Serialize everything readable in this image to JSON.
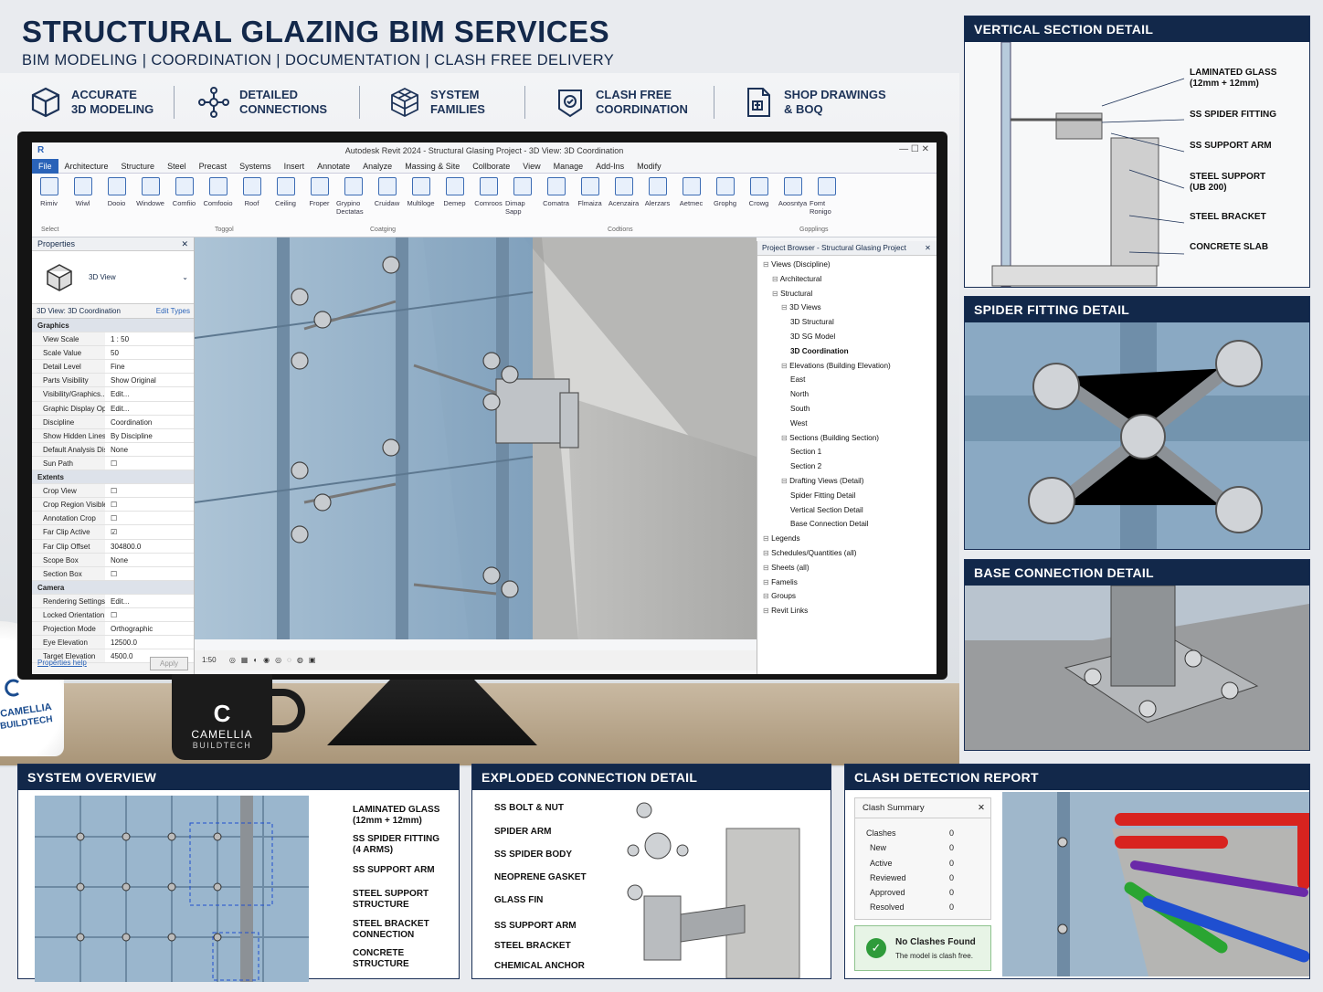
{
  "header": {
    "title": "STRUCTURAL GLAZING BIM SERVICES",
    "subtitle": "BIM MODELING | COORDINATION | DOCUMENTATION | CLASH FREE DELIVERY"
  },
  "features": [
    {
      "label": "ACCURATE\n3D MODELING",
      "icon": "cube-icon"
    },
    {
      "label": "DETAILED\nCONNECTIONS",
      "icon": "nodes-icon"
    },
    {
      "label": "SYSTEM\nFAMILIES",
      "icon": "wireframe-cube-icon"
    },
    {
      "label": "CLASH FREE\nCOORDINATION",
      "icon": "check-shield-icon"
    },
    {
      "label": "SHOP DRAWINGS\n& BOQ",
      "icon": "document-icon"
    }
  ],
  "revit": {
    "window_title": "Autodesk Revit 2024 - Structural Glasing Project - 3D View: 3D Coordination",
    "tabs": [
      "File",
      "Architecture",
      "Structure",
      "Steel",
      "Precast",
      "Systems",
      "Insert",
      "Annotate",
      "Analyze",
      "Massing & Site",
      "Collborate",
      "View",
      "Manage",
      "Add-Ins",
      "Modify"
    ],
    "ribbon": [
      "Rimiv",
      "Wiwl",
      "Dooio",
      "Windowe",
      "Comfiio",
      "Comfooio",
      "Roof",
      "Ceiling",
      "Froper",
      "Grypino Dectatas",
      "Cruidaw",
      "Multiloge",
      "Demep",
      "Comroos",
      "Dimap Sapp",
      "Comatra",
      "Flmaiza",
      "Acenzaira",
      "Alerzars",
      "Aetmec",
      "Grophg",
      "Crowg",
      "Aoosntya",
      "Fomt Ronigo"
    ],
    "ribbon_groups": [
      "Select",
      "Toggol",
      "Coatging",
      "Codtions",
      "Gopplings"
    ],
    "properties": {
      "title": "Properties",
      "type": "3D View",
      "selector": "3D View: 3D Coordination",
      "edit_type": "Edit Types",
      "rows": [
        {
          "k": "Graphics",
          "v": "",
          "sec": true
        },
        {
          "k": "View Scale",
          "v": "1 : 50"
        },
        {
          "k": "Scale Value",
          "v": "50"
        },
        {
          "k": "Detail Level",
          "v": "Fine"
        },
        {
          "k": "Parts Visibility",
          "v": "Show Original"
        },
        {
          "k": "Visibility/Graphics...",
          "v": "Edit..."
        },
        {
          "k": "Graphic Display Opt...",
          "v": "Edit..."
        },
        {
          "k": "Discipline",
          "v": "Coordination"
        },
        {
          "k": "Show Hidden Lines",
          "v": "By Discipline"
        },
        {
          "k": "Default Analysis Dis...",
          "v": "None"
        },
        {
          "k": "Sun Path",
          "v": "☐"
        },
        {
          "k": "Extents",
          "v": "",
          "sec": true
        },
        {
          "k": "Crop View",
          "v": "☐"
        },
        {
          "k": "Crop Region Visible",
          "v": "☐"
        },
        {
          "k": "Annotation Crop",
          "v": "☐"
        },
        {
          "k": "Far Clip Active",
          "v": "☑"
        },
        {
          "k": "Far Clip Offset",
          "v": "304800.0"
        },
        {
          "k": "Scope Box",
          "v": "None"
        },
        {
          "k": "Section Box",
          "v": "☐"
        },
        {
          "k": "Camera",
          "v": "",
          "sec": true
        },
        {
          "k": "Rendering Settings",
          "v": "Edit..."
        },
        {
          "k": "Locked Orientation",
          "v": "☐"
        },
        {
          "k": "Projection Mode",
          "v": "Orthographic"
        },
        {
          "k": "Eye Elevation",
          "v": "12500.0"
        },
        {
          "k": "Target Elevation",
          "v": "4500.0"
        }
      ],
      "help": "Properties help",
      "apply": "Apply"
    },
    "browser": {
      "title": "Project Browser - Structural Glasing Project",
      "items": [
        {
          "t": "Views (Discipline)",
          "d": 0
        },
        {
          "t": "Architectural",
          "d": 1
        },
        {
          "t": "Structural",
          "d": 1
        },
        {
          "t": "3D Views",
          "d": 2
        },
        {
          "t": "3D Structural",
          "d": 3
        },
        {
          "t": "3D SG Model",
          "d": 3
        },
        {
          "t": "3D Coordination",
          "d": 3,
          "bold": true
        },
        {
          "t": "Elevations (Building Elevation)",
          "d": 2
        },
        {
          "t": "East",
          "d": 3
        },
        {
          "t": "North",
          "d": 3
        },
        {
          "t": "South",
          "d": 3
        },
        {
          "t": "West",
          "d": 3
        },
        {
          "t": "Sections (Building Section)",
          "d": 2
        },
        {
          "t": "Section 1",
          "d": 3
        },
        {
          "t": "Section 2",
          "d": 3
        },
        {
          "t": "Drafting Views (Detail)",
          "d": 2
        },
        {
          "t": "Spider Fitting Detail",
          "d": 3
        },
        {
          "t": "Vertical Section Detail",
          "d": 3
        },
        {
          "t": "Base Connection Detail",
          "d": 3
        },
        {
          "t": "Legends",
          "d": 0
        },
        {
          "t": "Schedules/Quantities (all)",
          "d": 0
        },
        {
          "t": "Sheets (all)",
          "d": 0
        },
        {
          "t": "Famelis",
          "d": 0
        },
        {
          "t": "Groups",
          "d": 0
        },
        {
          "t": "Revit Links",
          "d": 0
        }
      ]
    },
    "status_scale": "1:50"
  },
  "mug": {
    "brand": "CAMELLIA",
    "sub": "BUILDTECH"
  },
  "hat": {
    "brand": "CAMELLIA",
    "sub": "BUILDTECH"
  },
  "panels": {
    "vertical": {
      "title": "VERTICAL SECTION DETAIL",
      "labels": [
        "LAMINATED GLASS\n(12mm + 12mm)",
        "SS SPIDER FITTING",
        "SS SUPPORT ARM",
        "STEEL SUPPORT\n(UB 200)",
        "STEEL BRACKET",
        "CONCRETE SLAB"
      ]
    },
    "spider": {
      "title": "SPIDER FITTING DETAIL"
    },
    "base": {
      "title": "BASE CONNECTION DETAIL"
    },
    "overview": {
      "title": "SYSTEM OVERVIEW",
      "labels": [
        "LAMINATED GLASS\n(12mm + 12mm)",
        "SS SPIDER FITTING\n(4 ARMS)",
        "SS SUPPORT ARM",
        "STEEL SUPPORT\nSTRUCTURE",
        "STEEL BRACKET\nCONNECTION",
        "CONCRETE STRUCTURE"
      ]
    },
    "exploded": {
      "title": "EXPLODED CONNECTION DETAIL",
      "labels": [
        "SS BOLT & NUT",
        "SPIDER ARM",
        "SS SPIDER BODY",
        "NEOPRENE GASKET",
        "GLASS FIN",
        "SS SUPPORT ARM",
        "STEEL BRACKET",
        "CHEMICAL ANCHOR"
      ]
    },
    "clash": {
      "title": "CLASH DETECTION REPORT",
      "summary_title": "Clash Summary",
      "rows": [
        {
          "k": "Clashes",
          "v": "0"
        },
        {
          "k": "New",
          "v": "0"
        },
        {
          "k": "Active",
          "v": "0"
        },
        {
          "k": "Reviewed",
          "v": "0"
        },
        {
          "k": "Approved",
          "v": "0"
        },
        {
          "k": "Resolved",
          "v": "0"
        }
      ],
      "ok_title": "No Clashes Found",
      "ok_sub": "The model is clash free."
    }
  },
  "colors": {
    "navy": "#12284a",
    "glass": "#8fb1cc",
    "steel": "#9aa0a8",
    "clash_red": "#d8231f",
    "clash_green": "#2aa532",
    "clash_blue": "#1f4fd0",
    "clash_purple": "#6a2aa8"
  }
}
